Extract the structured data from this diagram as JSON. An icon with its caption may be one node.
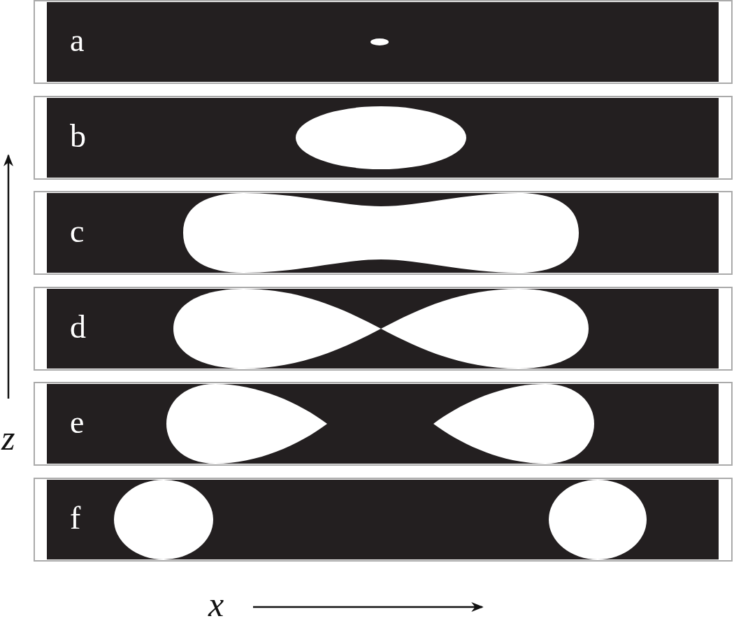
{
  "diagram": {
    "nodes": [
      {
        "text": [
          "a"
        ]
      },
      {
        "text": [
          "b"
        ]
      },
      {
        "text": [
          "c"
        ]
      },
      {
        "text": [
          "d"
        ]
      },
      {
        "text": [
          "e"
        ]
      },
      {
        "text": [
          "f"
        ]
      }
    ],
    "labels": [
      "z",
      "x"
    ]
  }
}
